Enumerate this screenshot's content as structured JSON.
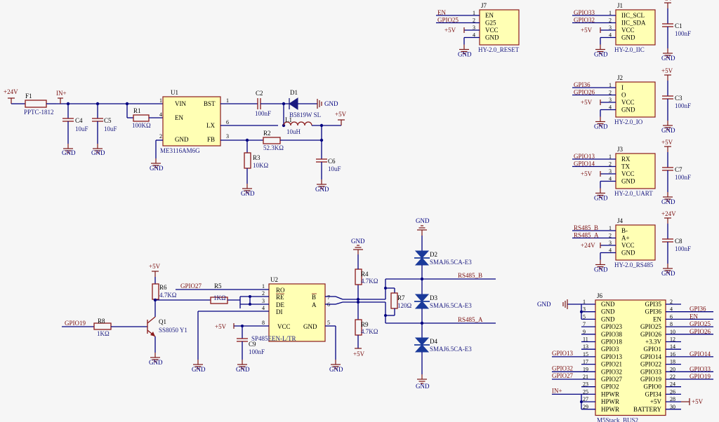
{
  "colors": {
    "wire": "#000080",
    "component": "#8a1a1a",
    "ic_fill": "#ffffb4",
    "net_label": "#7a1010",
    "background": "#f6f6f6"
  },
  "power": {
    "p24": "+24V",
    "p5": "+5V",
    "gnd": "GND"
  },
  "in_plus": "IN+",
  "f1": {
    "des": "F1",
    "val": "PPTC-1812"
  },
  "c4": {
    "des": "C4",
    "val": "10uF"
  },
  "c5": {
    "des": "C5",
    "val": "10uF"
  },
  "r1": {
    "des": "R1",
    "val": "100KΩ"
  },
  "u1": {
    "des": "U1",
    "val": "ME3116AM6G",
    "pins": {
      "vin": "VIN",
      "en": "EN",
      "gnd": "GND",
      "bst": "BST",
      "lx": "LX",
      "fb": "FB"
    },
    "nums": {
      "vin": "1",
      "en": "4",
      "gnd": "2",
      "bst": "1",
      "lx": "6",
      "fb": "3"
    }
  },
  "c2": {
    "des": "C2",
    "val": "100nF"
  },
  "d1": {
    "des": "D1",
    "val": "B5819W SL"
  },
  "l1": {
    "des": "L1",
    "val": "10uH"
  },
  "r2": {
    "des": "R2",
    "val": "52.3KΩ"
  },
  "r3": {
    "des": "R3",
    "val": "10KΩ"
  },
  "c6": {
    "des": "C6",
    "val": "10uF"
  },
  "j7": {
    "des": "J7",
    "val": "HY-2.0_RESET",
    "pins": [
      "EN",
      "G25",
      "VCC",
      "GND"
    ],
    "nets": [
      "EN",
      "GPIO25",
      "+5V"
    ]
  },
  "j1": {
    "des": "J1",
    "val": "HY-2.0_IIC",
    "pins": [
      "IIC_SCL",
      "IIC_SDA",
      "VCC",
      "GND"
    ],
    "nets": [
      "GPIO33",
      "GPIO32",
      "+5V"
    ]
  },
  "j2": {
    "des": "J2",
    "val": "HY-2.0_IO",
    "pins": [
      "I",
      "O",
      "VCC",
      "GND"
    ],
    "nets": [
      "GPI36",
      "GPIO26",
      "+5V"
    ]
  },
  "j3": {
    "des": "J3",
    "val": "HY-2.0_UART",
    "pins": [
      "RX",
      "TX",
      "VCC",
      "GND"
    ],
    "nets": [
      "GPIO13",
      "GPIO14",
      "+5V"
    ]
  },
  "j4": {
    "des": "J4",
    "val": "HY-2.0_RS485",
    "pins": [
      "B-",
      "A+",
      "VCC",
      "GND"
    ],
    "nets": [
      "RS485_B",
      "RS485_A",
      "+24V"
    ]
  },
  "conn_nums": [
    "1",
    "2",
    "3",
    "4"
  ],
  "c1": {
    "des": "C1",
    "val": "100nF"
  },
  "c3": {
    "des": "C3",
    "val": "100nF"
  },
  "c7": {
    "des": "C7",
    "val": "100nF"
  },
  "c8": {
    "des": "C8",
    "val": "100nF"
  },
  "r6": {
    "des": "R6",
    "val": "4.7KΩ"
  },
  "r5": {
    "des": "R5",
    "val": "1KΩ"
  },
  "r8": {
    "des": "R8",
    "val": "1KΩ"
  },
  "q1": {
    "des": "Q1",
    "val": "SS8050 Y1"
  },
  "u2": {
    "des": "U2",
    "val": "SP485EEN-L/TR",
    "pins": {
      "ro": "RO",
      "re": "RE",
      "de": "DE",
      "di": "DI",
      "vcc": "VCC",
      "gnd": "GND",
      "b": "B",
      "a": "A"
    },
    "nums": {
      "ro": "1",
      "re": "2",
      "de": "3",
      "di": "4",
      "vcc": "8",
      "gnd": "5",
      "b": "7",
      "a": "6"
    }
  },
  "c9": {
    "des": "C9",
    "val": "100nF"
  },
  "r4": {
    "des": "R4",
    "val": "4.7KΩ"
  },
  "r7": {
    "des": "R7",
    "val": "120Ω"
  },
  "r9": {
    "des": "R9",
    "val": "4.7KΩ"
  },
  "d2": {
    "des": "D2",
    "val": "SMAJ6.5CA-E3"
  },
  "d3": {
    "des": "D3",
    "val": "SMAJ6.5CA-E3"
  },
  "d4": {
    "des": "D4",
    "val": "SMAJ6.5CA-E3"
  },
  "nets": {
    "gpio27": "GPIO27",
    "gpio19": "GPIO19",
    "rs485_b": "RS485_B",
    "rs485_a": "RS485_A"
  },
  "j6": {
    "des": "J6",
    "val": "M5Stack_BUS2",
    "left_nums": [
      "1",
      "3",
      "5",
      "7",
      "9",
      "11",
      "13",
      "15",
      "17",
      "19",
      "21",
      "23",
      "25",
      "27",
      "29"
    ],
    "left_names": [
      "GND",
      "GND",
      "GND",
      "GPIO23",
      "GPIO38",
      "GPIO18",
      "GPIO3",
      "GPIO13",
      "GPIO21",
      "GPIO32",
      "GPIO27",
      "GPIO2",
      "HPWR",
      "HPWR",
      "HPWR"
    ],
    "right_nums": [
      "2",
      "4",
      "6",
      "8",
      "10",
      "12",
      "14",
      "16",
      "18",
      "20",
      "22",
      "24",
      "26",
      "28",
      "30"
    ],
    "right_names": [
      "GPI35",
      "GPI36",
      "EN",
      "GPIO25",
      "GPIO26",
      "+3.3V",
      "GPIO1",
      "GPIO14",
      "GPIO22",
      "GPIO33",
      "GPIO19",
      "GPIO0",
      "GPI34",
      "+5V",
      "BATTERY"
    ],
    "left_nets": [
      "GPIO13",
      "GPIO32",
      "GPIO27",
      "IN+"
    ],
    "right_nets": [
      "GPI36",
      "EN",
      "GPIO25",
      "GPIO26",
      "GPIO14",
      "GPIO33",
      "GPIO19",
      "+5V"
    ]
  }
}
